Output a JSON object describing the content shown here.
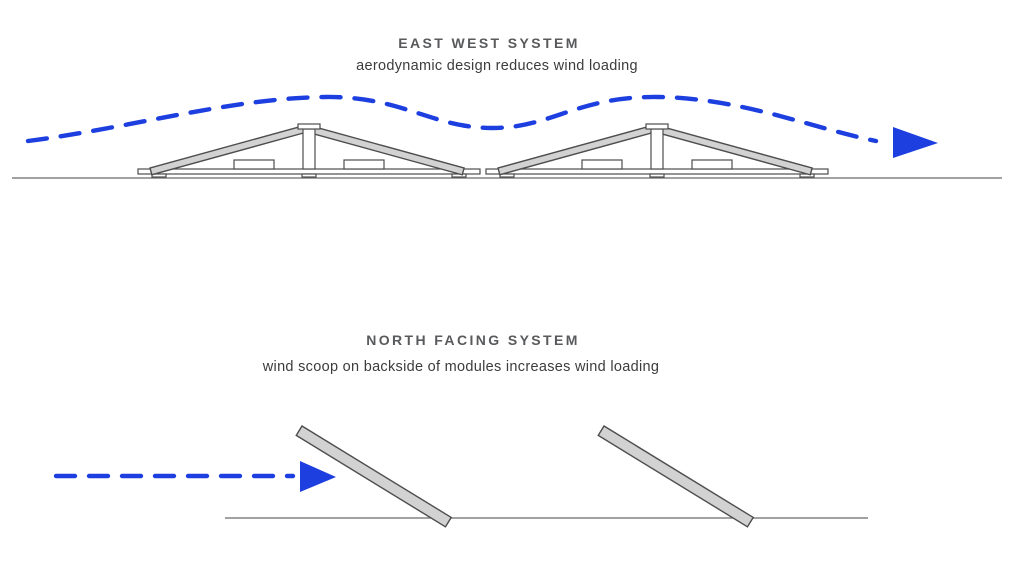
{
  "page": {
    "background": "#ffffff"
  },
  "colors": {
    "wind_blue": "#1d3fe0",
    "title_gray": "#595a5c",
    "subtitle_gray": "#3c3c3c",
    "panel_fill": "#d2d2d2",
    "frame_fill": "#ffffff",
    "ground_gray": "#6b6b6b"
  },
  "sections": [
    {
      "id": "east-west",
      "title": "EAST WEST SYSTEM",
      "subtitle": "aerodynamic design reduces wind loading"
    },
    {
      "id": "north-facing",
      "title": "NORTH FACING SYSTEM",
      "subtitle": "wind scoop on backside of modules increases wind loading"
    }
  ]
}
